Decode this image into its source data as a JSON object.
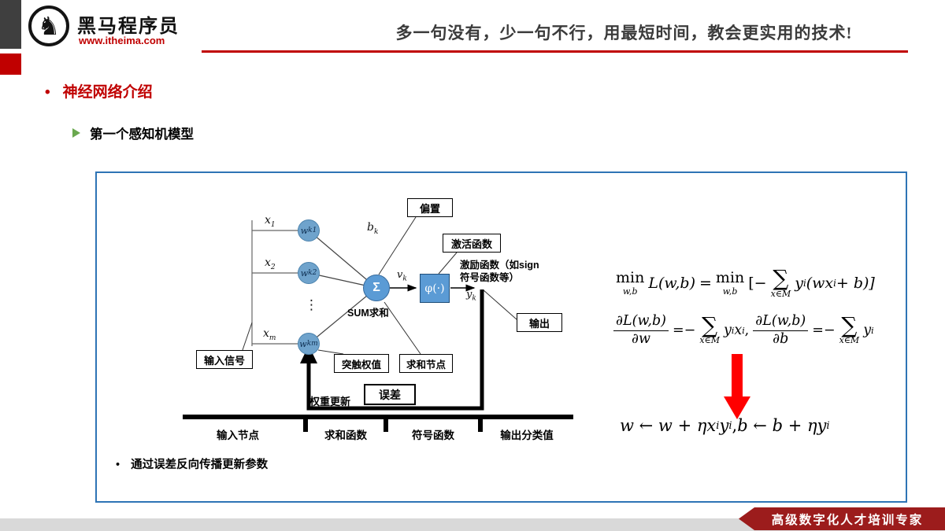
{
  "header": {
    "logo_name": "黑马程序员",
    "logo_url": "www.itheima.com",
    "logo_glyph": "♞",
    "slogan": "多一句没有，少一句不行，用最短时间，教会更实用的技术!"
  },
  "section": {
    "bullet": "•",
    "title": "神经网络介绍",
    "subtitle": "第一个感知机模型"
  },
  "diagram": {
    "input_signal": "输入信号",
    "inputs": [
      {
        "x": "x",
        "x_sub": "1",
        "w": "w",
        "w_sub": "k1"
      },
      {
        "x": "x",
        "x_sub": "2",
        "w": "w",
        "w_sub": "k2"
      },
      {
        "x": "x",
        "x_sub": "m",
        "w": "w",
        "w_sub": "km"
      }
    ],
    "dots": "⋮",
    "bias_box": "偏置",
    "bias_var": "b",
    "bias_var_sub": "k",
    "sigma": "Σ",
    "sum_text": "SUM求和",
    "v_var": "v",
    "v_var_sub": "k",
    "phi": "φ(·)",
    "activation_box": "激活函数",
    "activation_note_line1": "激励函数（如sign",
    "activation_note_line2": "符号函数等）",
    "y_var": "y",
    "y_var_sub": "k",
    "output_box": "输出",
    "synapse_box": "突触权值",
    "sum_node_box": "求和节点",
    "error_box": "误差",
    "weight_update": "权重更新",
    "axis_labels": [
      "输入节点",
      "求和函数",
      "符号函数",
      "输出分类值"
    ]
  },
  "formulas": {
    "min": "min",
    "min_sub": "w,b",
    "f1_lhs": "L(w,b)",
    "eq": "=",
    "f1_open": "[−",
    "sum": "∑",
    "sum_sub": "x∈M",
    "yi_base": "y",
    "xi_base": "x",
    "sub_i": "i",
    "f1_tail_a": "(wx",
    "f1_tail_b": " + b)]",
    "partial_L": "∂L(w,b)",
    "partial_w": "∂w",
    "partial_b": "∂b",
    "minus": "−",
    "comma": ",",
    "comma_sp": ",  ",
    "update_w_a": "w ← w + ηx",
    "update_w_b": "y",
    "update_b_a": "b ← b + ηy"
  },
  "note": {
    "bullet": "•",
    "text": "通过误差反向传播更新参数"
  },
  "footer": {
    "ribbon": "高级数字化人才培训专家"
  }
}
